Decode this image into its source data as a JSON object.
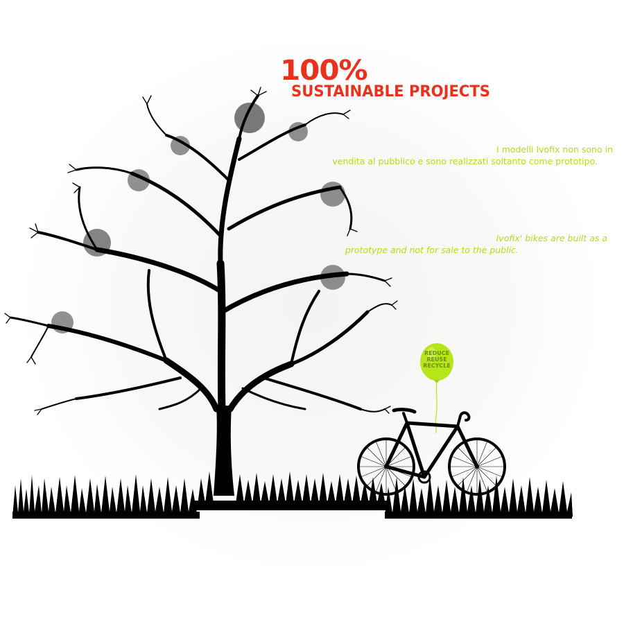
{
  "headline": {
    "percent": "100%",
    "subtitle": "SUSTAINABLE PROJECTS"
  },
  "italian_text": {
    "line1": "I modelli Ivofix non sono in",
    "line2": "vendita al pubblico e sono realizzati soltanto come prototipo."
  },
  "english_text": {
    "line1": "Ivofix' bikes are built as a",
    "line2": "prototype and not for sale to the public."
  },
  "balloon": {
    "line1": "REDUCE",
    "line2": "REUSE",
    "line3": "RECYCLE"
  },
  "colors": {
    "headline": "#e8321e",
    "body_text": "#b7d81e",
    "balloon": "#b6e51a",
    "silhouette": "#000000"
  },
  "illustration": [
    "tree-silhouette",
    "grass-silhouette",
    "bicycle-silhouette",
    "balloon"
  ]
}
